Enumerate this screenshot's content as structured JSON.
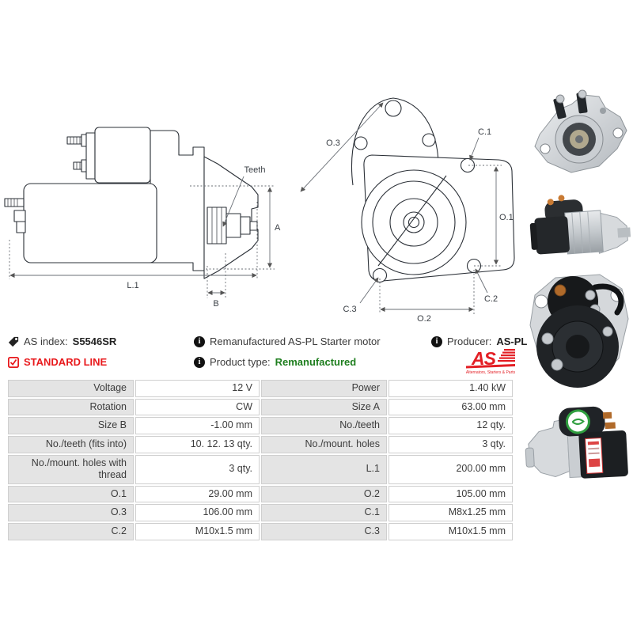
{
  "product": {
    "as_index_label": "AS index:",
    "as_index_value": "S5546SR",
    "line_label": "STANDARD LINE",
    "description": "Remanufactured AS-PL Starter motor",
    "product_type_label": "Product type:",
    "product_type_value": "Remanufactured",
    "producer_label": "Producer:",
    "producer_value": "AS-PL"
  },
  "logo": {
    "text": "AS",
    "tagline": "Alternators, Starters & Parts"
  },
  "diagram": {
    "side": {
      "teeth": "Teeth",
      "a": "A",
      "l1": "L.1",
      "b": "B"
    },
    "front": {
      "o3": "O.3",
      "c1": "C.1",
      "o1": "O.1",
      "c2": "C.2",
      "c3": "C.3",
      "o2": "O.2"
    }
  },
  "spec_table": {
    "rows": [
      {
        "l1": "Voltage",
        "v1": "12 V",
        "l2": "Power",
        "v2": "1.40 kW"
      },
      {
        "l1": "Rotation",
        "v1": "CW",
        "l2": "Size A",
        "v2": "63.00 mm"
      },
      {
        "l1": "Size B",
        "v1": "-1.00 mm",
        "l2": "No./teeth",
        "v2": "12 qty."
      },
      {
        "l1": "No./teeth (fits into)",
        "v1": "10. 12. 13 qty.",
        "l2": "No./mount. holes",
        "v2": "3 qty."
      },
      {
        "l1": "No./mount. holes with thread",
        "v1": "3 qty.",
        "l2": "L.1",
        "v2": "200.00 mm"
      },
      {
        "l1": "O.1",
        "v1": "29.00 mm",
        "l2": "O.2",
        "v2": "105.00 mm"
      },
      {
        "l1": "O.3",
        "v1": "106.00 mm",
        "l2": "C.1",
        "v2": "M8x1.25 mm"
      },
      {
        "l1": "C.2",
        "v1": "M10x1.5 mm",
        "l2": "C.3",
        "v2": "M10x1.5 mm"
      }
    ]
  },
  "colors": {
    "accent_red": "#e8191c",
    "logo_red": "#e31e24",
    "type_green": "#1e7e1e",
    "table_label_bg": "#e4e4e4",
    "table_border": "#cfcfcf",
    "drawing_line": "#2b3037"
  }
}
